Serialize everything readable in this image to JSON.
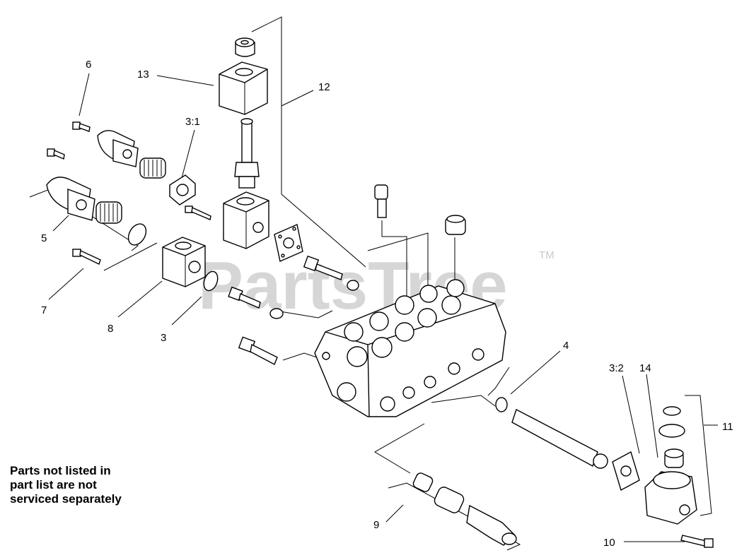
{
  "watermark": {
    "text": "PartsTree",
    "trademark": "TM"
  },
  "note_lines": [
    "Parts not listed in",
    "part list are not",
    "serviced separately"
  ],
  "callouts": [
    {
      "id": "c13",
      "label": "13"
    },
    {
      "id": "c6",
      "label": "6"
    },
    {
      "id": "c12",
      "label": "12"
    },
    {
      "id": "c31",
      "label": "3:1"
    },
    {
      "id": "c5",
      "label": "5"
    },
    {
      "id": "c7",
      "label": "7"
    },
    {
      "id": "c8",
      "label": "8"
    },
    {
      "id": "c3",
      "label": "3"
    },
    {
      "id": "c4",
      "label": "4"
    },
    {
      "id": "c32",
      "label": "3:2"
    },
    {
      "id": "c14",
      "label": "14"
    },
    {
      "id": "c11",
      "label": "11"
    },
    {
      "id": "c9",
      "label": "9"
    },
    {
      "id": "c10",
      "label": "10"
    }
  ]
}
